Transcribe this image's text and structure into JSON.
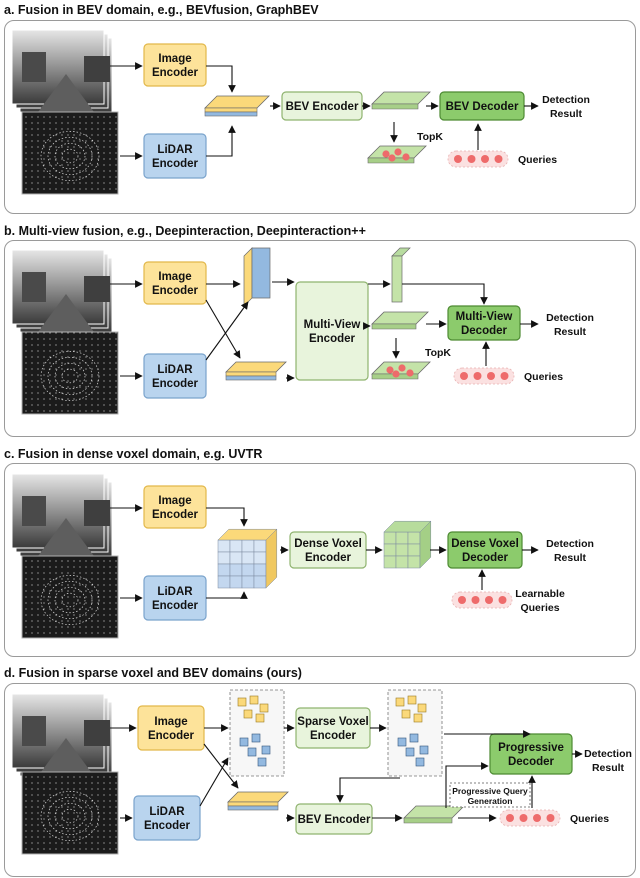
{
  "sections": {
    "a": {
      "title": "a. Fusion in BEV domain, e.g., BEVfusion, GraphBEV",
      "image_encoder": [
        "Image",
        "Encoder"
      ],
      "lidar_encoder": [
        "LiDAR",
        "Encoder"
      ],
      "bev_encoder": "BEV Encoder",
      "bev_decoder": "BEV Decoder",
      "detection_result": [
        "Detection",
        "Result"
      ],
      "topk": "TopK",
      "queries": "Queries"
    },
    "b": {
      "title": "b. Multi-view fusion, e.g., Deepinteraction, Deepinteraction++",
      "image_encoder": [
        "Image",
        "Encoder"
      ],
      "lidar_encoder": [
        "LiDAR",
        "Encoder"
      ],
      "multiview_encoder": [
        "Multi-View",
        "Encoder"
      ],
      "multiview_decoder": [
        "Multi-View",
        "Decoder"
      ],
      "detection_result": [
        "Detection",
        "Result"
      ],
      "topk": "TopK",
      "queries": "Queries"
    },
    "c": {
      "title": "c. Fusion in dense voxel domain, e.g. UVTR",
      "image_encoder": [
        "Image",
        "Encoder"
      ],
      "lidar_encoder": [
        "LiDAR",
        "Encoder"
      ],
      "dense_voxel_encoder": [
        "Dense Voxel",
        "Encoder"
      ],
      "dense_voxel_decoder": [
        "Dense Voxel",
        "Decoder"
      ],
      "detection_result": [
        "Detection",
        "Result"
      ],
      "learnable_queries": [
        "Learnable",
        "Queries"
      ]
    },
    "d": {
      "title": "d. Fusion in sparse voxel and BEV domains (ours)",
      "image_encoder": [
        "Image",
        "Encoder"
      ],
      "lidar_encoder": [
        "LiDAR",
        "Encoder"
      ],
      "sparse_voxel_encoder": [
        "Sparse Voxel",
        "Encoder"
      ],
      "bev_encoder": "BEV Encoder",
      "progressive_decoder": [
        "Progressive",
        "Decoder"
      ],
      "progressive_query_generation": [
        "Progressive Query",
        "Generation"
      ],
      "detection_result": [
        "Detection",
        "Result"
      ],
      "queries": "Queries"
    }
  },
  "colors": {
    "image_encoder_fill": "#fde39a",
    "image_encoder_border": "#e2b84a",
    "lidar_encoder_fill": "#b9d4ee",
    "lidar_encoder_border": "#7aa3cc",
    "encoder_fill": "#e8f4dc",
    "encoder_border": "#8fb36f",
    "decoder_fill": "#8ccb6c",
    "decoder_border": "#4d8a32",
    "feature_green": "#c4e3a8",
    "feature_yellow": "#fbd97a",
    "feature_blue": "#93b9e0",
    "query_dot": "#ee6b6b",
    "query_bg": "#fbe1e1"
  }
}
